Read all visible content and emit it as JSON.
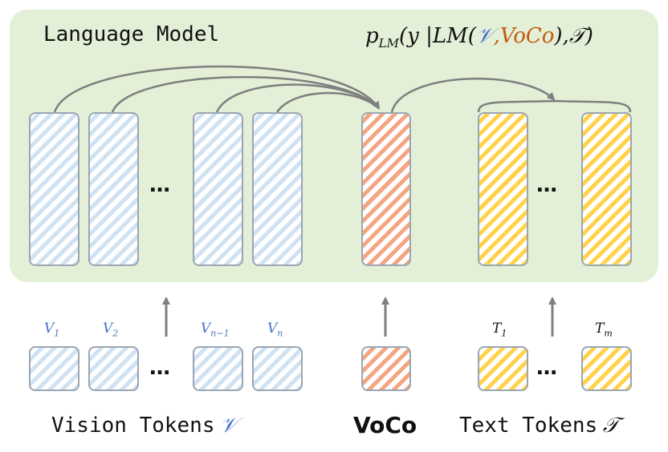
{
  "panel": {
    "title": "Language Model",
    "formula": {
      "p": "p",
      "p_sub": "LM",
      "open": "(y |LM(",
      "v": "𝒱",
      "comma1": ",",
      "voco": "VoCo",
      "close1": "),",
      "t": "𝒯",
      "close2": ")"
    }
  },
  "ellipsis": "…",
  "vision_labels": {
    "v1": {
      "base": "V",
      "sub": "1"
    },
    "v2": {
      "base": "V",
      "sub": "2"
    },
    "vn1": {
      "base": "V",
      "sub": "n−1"
    },
    "vn": {
      "base": "V",
      "sub": "n"
    }
  },
  "text_labels": {
    "t1": {
      "base": "T",
      "sub": "1"
    },
    "tm": {
      "base": "T",
      "sub": "m"
    }
  },
  "captions": {
    "vision": "Vision Tokens",
    "vision_symbol": "𝒱",
    "voco": "VoCo",
    "text": "Text Tokens",
    "text_symbol": "𝒯"
  },
  "colors": {
    "panel": "#e3f0d7",
    "vision": "#cfe2f3",
    "voco": "#f4a582",
    "text": "#ffd24a",
    "arrow": "#7f7f7f",
    "symbol_blue": "#4472c4",
    "symbol_orange": "#c55a11"
  }
}
